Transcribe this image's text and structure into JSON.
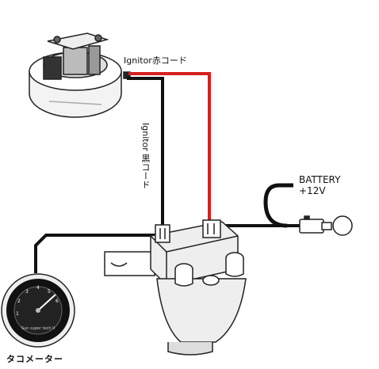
{
  "labels": {
    "red_cord": "Ignitor赤コード",
    "black_cord": "Ignitor 黒コード",
    "battery_line1": "BATTERY",
    "battery_line2": "+12V",
    "tachometer": "タコメーター",
    "tach_face_text": "Sun super tech II"
  },
  "colors": {
    "red_wire": "#d61f1f",
    "black_wire": "#111111",
    "outline": "#222222",
    "coil_fill": "#eeeeee"
  },
  "icons": [
    "ignitor-icon",
    "ignition-coil-icon",
    "tachometer-icon",
    "ignition-key-icon"
  ]
}
